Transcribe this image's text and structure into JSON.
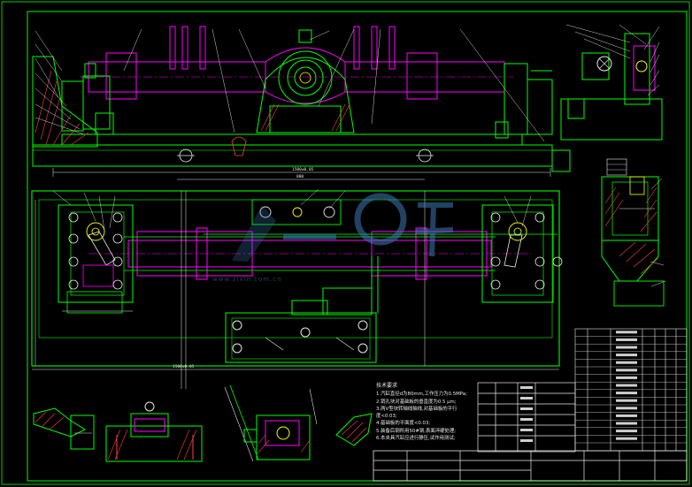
{
  "drawing": {
    "notes_title": "技术要求",
    "notes": [
      "1.汽缸直径d为80mm,工作压力为0.5MPa;",
      "2.销孔块对基础板的垂直度为0.5 μm;",
      "3.两V型块转轴线轴线,对基础板的平行",
      "度<0.03;",
      "4.基础板的平面度<0.03;",
      "5.装备后钢所用50#钢,表面淬硬处理;",
      "6.本夹具汽缸应进行静压,试作用测试;"
    ],
    "watermark_text": "www.zixin.com.cn"
  },
  "colors": {
    "frame": "#00e000",
    "part": "#00ff00",
    "shaft": "#ff00ff",
    "dimension": "#e8e8e8",
    "hatch": "#ff4040",
    "yellow": "#ffff00",
    "cyan": "#00e0ff",
    "watermark": "#3c78b4"
  }
}
